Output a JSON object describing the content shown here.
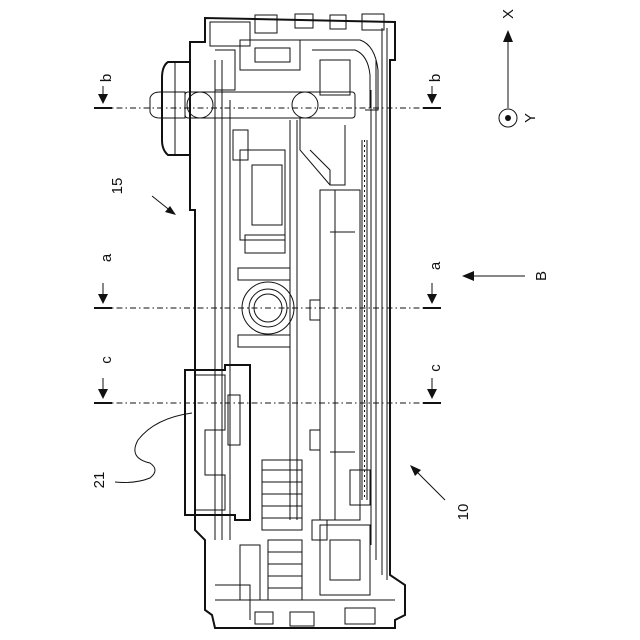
{
  "labels": {
    "ref_15": "15",
    "ref_10": "10",
    "ref_21": "21",
    "direction_B": "B",
    "axis_x": "X",
    "axis_y": "Y"
  },
  "section_markers": [
    {
      "id": "b",
      "text": "b"
    },
    {
      "id": "a",
      "text": "a"
    },
    {
      "id": "c",
      "text": "c"
    }
  ]
}
